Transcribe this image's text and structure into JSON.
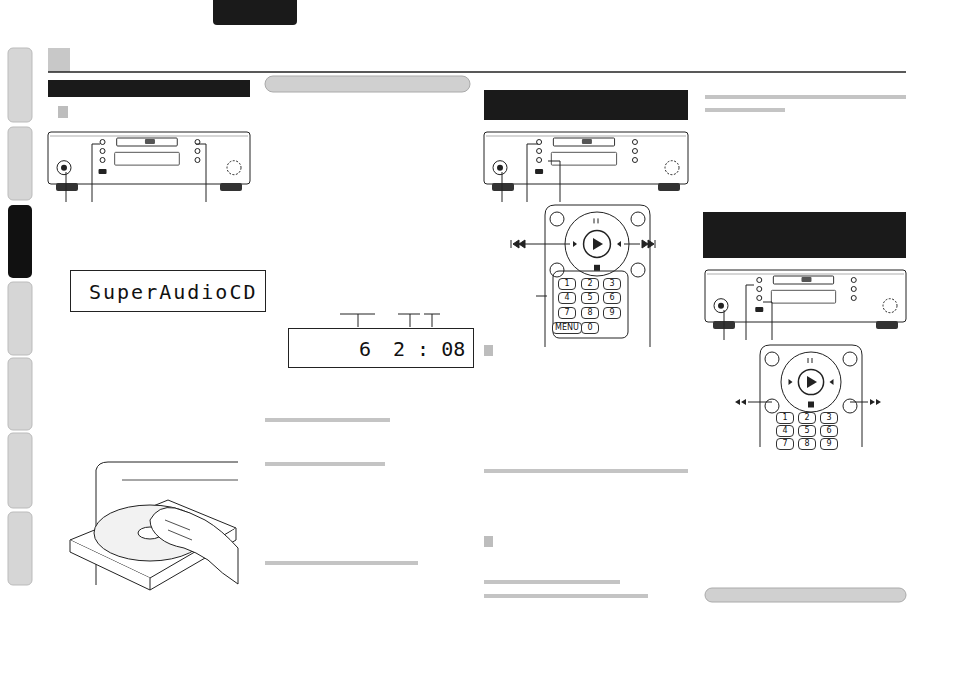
{
  "diagram": {
    "nodes": [
      {
        "text": [
          "SuperAudioCD"
        ]
      },
      {
        "text": [
          "6",
          "2 : 08"
        ]
      },
      {
        "text": [
          "1"
        ]
      },
      {
        "text": [
          "2"
        ]
      },
      {
        "text": [
          "3"
        ]
      },
      {
        "text": [
          "4"
        ]
      },
      {
        "text": [
          "5"
        ]
      },
      {
        "text": [
          "6"
        ]
      },
      {
        "text": [
          "7"
        ]
      },
      {
        "text": [
          "8"
        ]
      },
      {
        "text": [
          "9"
        ]
      },
      {
        "text": [
          "MENU"
        ]
      },
      {
        "text": [
          "0"
        ]
      },
      {
        "text": [
          "1"
        ]
      },
      {
        "text": [
          "2"
        ]
      },
      {
        "text": [
          "3"
        ]
      },
      {
        "text": [
          "4"
        ]
      },
      {
        "text": [
          "5"
        ]
      },
      {
        "text": [
          "6"
        ]
      },
      {
        "text": [
          "7"
        ]
      },
      {
        "text": [
          "8"
        ]
      },
      {
        "text": [
          "9"
        ]
      }
    ]
  }
}
